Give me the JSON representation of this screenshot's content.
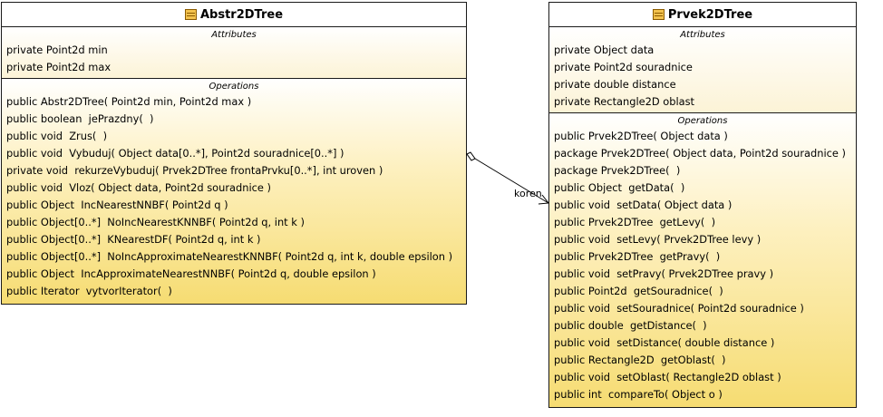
{
  "classes": [
    {
      "name": "Abstr2DTree",
      "attributes_header": "Attributes",
      "attributes": [
        "private Point2d min",
        "private Point2d max"
      ],
      "operations_header": "Operations",
      "operations": [
        "public Abstr2DTree( Point2d min, Point2d max )",
        "public boolean  jePrazdny(  )",
        "public void  Zrus(  )",
        "public void  Vybuduj( Object data[0..*], Point2d souradnice[0..*] )",
        "private void  rekurzeVybuduj( Prvek2DTree frontaPrvku[0..*], int uroven )",
        "public void  Vloz( Object data, Point2d souradnice )",
        "public Object  IncNearestNNBF( Point2d q )",
        "public Object[0..*]  NoIncNearestKNNBF( Point2d q, int k )",
        "public Object[0..*]  KNearestDF( Point2d q, int k )",
        "public Object[0..*]  NoIncApproximateNearestKNNBF( Point2d q, int k, double epsilon )",
        "public Object  IncApproximateNearestNNBF( Point2d q, double epsilon )",
        "public Iterator  vytvorIterator(  )"
      ]
    },
    {
      "name": "Prvek2DTree",
      "attributes_header": "Attributes",
      "attributes": [
        "private Object data",
        "private Point2d souradnice",
        "private double distance",
        "private Rectangle2D oblast"
      ],
      "operations_header": "Operations",
      "operations": [
        "public Prvek2DTree( Object data )",
        "package Prvek2DTree( Object data, Point2d souradnice )",
        "package Prvek2DTree(  )",
        "public Object  getData(  )",
        "public void  setData( Object data )",
        "public Prvek2DTree  getLevy(  )",
        "public void  setLevy( Prvek2DTree levy )",
        "public Prvek2DTree  getPravy(  )",
        "public void  setPravy( Prvek2DTree pravy )",
        "public Point2d  getSouradnice(  )",
        "public void  setSouradnice( Point2d souradnice )",
        "public double  getDistance(  )",
        "public void  setDistance( double distance )",
        "public Rectangle2D  getOblast(  )",
        "public void  setOblast( Rectangle2D oblast )",
        "public int  compareTo( Object o )"
      ]
    }
  ],
  "association": {
    "role": "koren"
  }
}
